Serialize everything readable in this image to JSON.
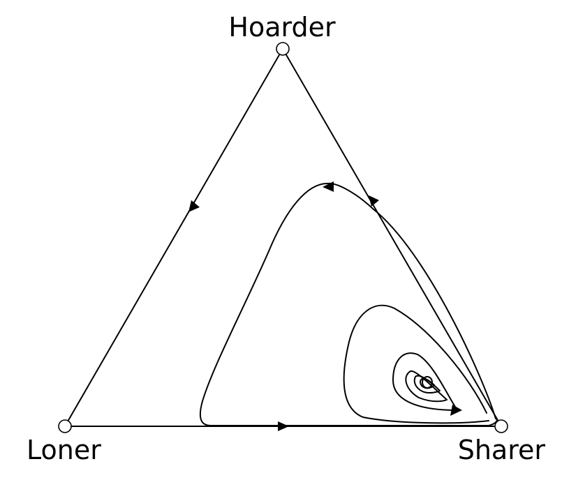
{
  "diagram": {
    "vertices": {
      "top": {
        "label": "Hoarder"
      },
      "bottom_left": {
        "label": "Loner"
      },
      "bottom_right": {
        "label": "Sharer"
      }
    }
  },
  "colors": {
    "stroke": "#000000",
    "fill": "#ffffff"
  }
}
